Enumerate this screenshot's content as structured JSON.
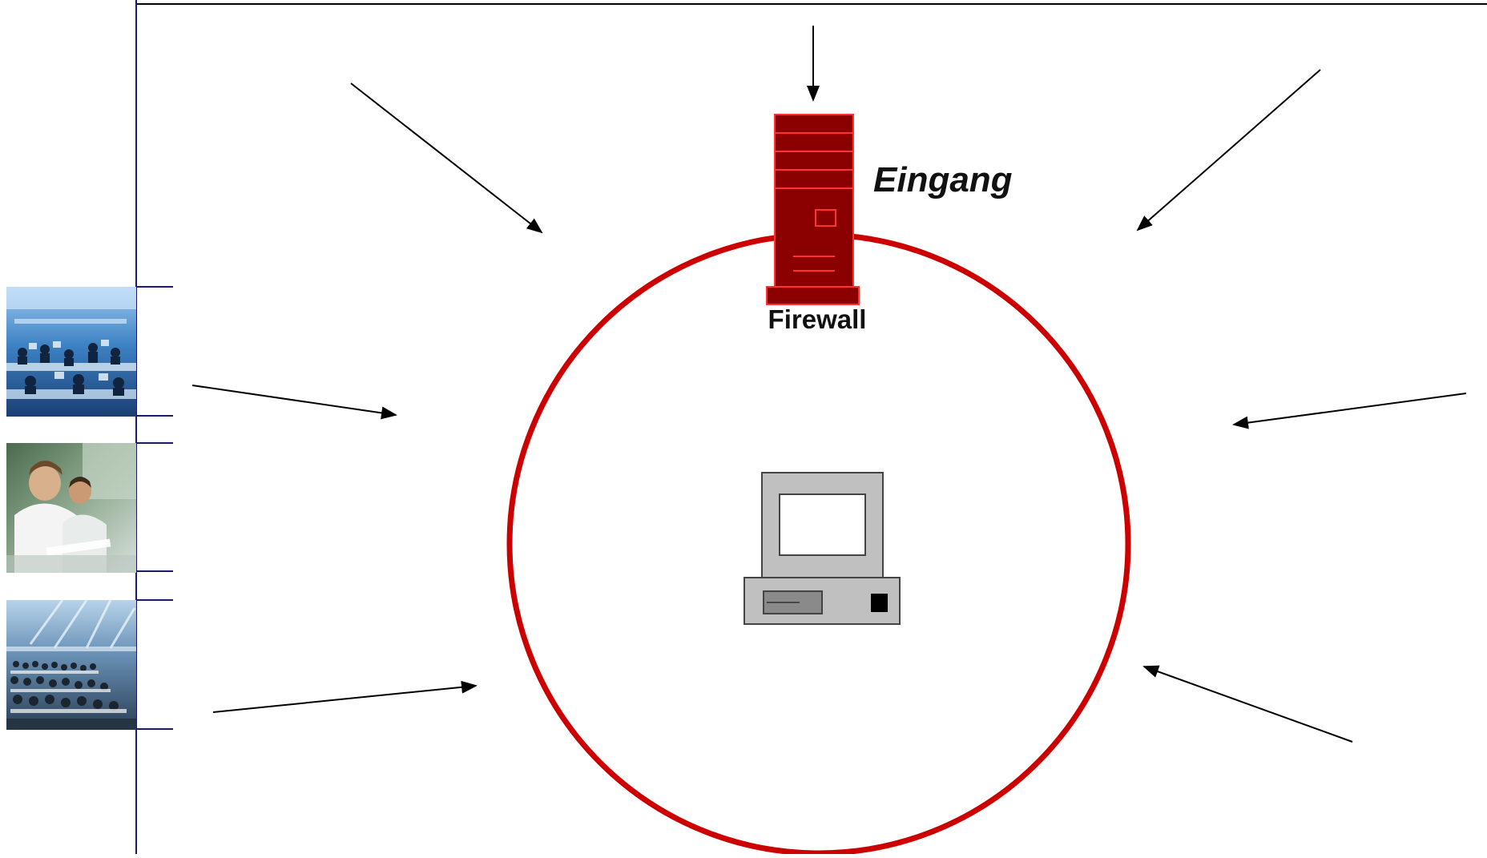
{
  "labels": {
    "firewall": "Firewall",
    "entrance": "Eingang"
  },
  "icons": {
    "firewall_server": "server-tower-icon",
    "protected_computer": "desktop-computer-icon"
  },
  "photos": [
    {
      "name": "photo-computer-lab"
    },
    {
      "name": "photo-students"
    },
    {
      "name": "photo-lecture-hall"
    }
  ],
  "colors": {
    "perimeter_ring": "#cc0000",
    "firewall_body": "#8b0000",
    "firewall_lines": "#ff3333",
    "frame_lines": "#1a1a6e",
    "top_border": "#000000",
    "arrows": "#000000",
    "computer": "#c0c0c0"
  }
}
